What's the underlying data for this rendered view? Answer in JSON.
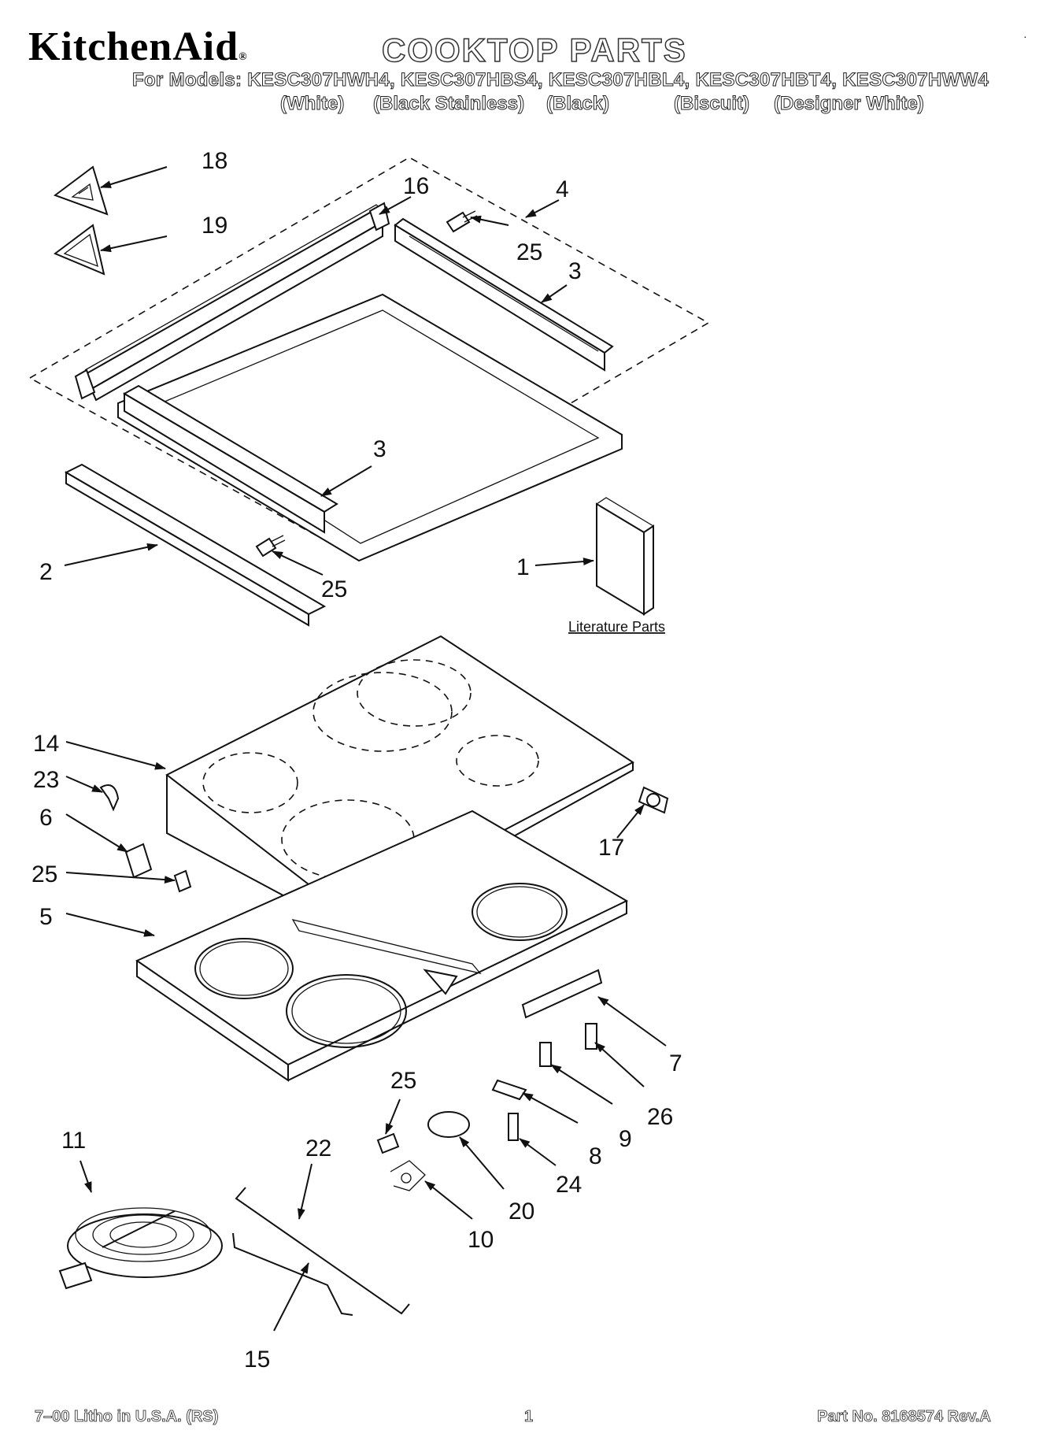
{
  "header": {
    "brand": "KitchenAid",
    "brand_mark": "®",
    "title": "COOKTOP PARTS",
    "models_line": "For Models: KESC307HWH4, KESC307HBS4, KESC307HBL4, KESC307HBT4, KESC307HWW4",
    "variants": [
      "(White)",
      "(Black Stainless)",
      "(Black)",
      "(Biscuit)",
      "(Designer White)"
    ]
  },
  "callouts": {
    "c18": "18",
    "c16": "16",
    "c4": "4",
    "c19": "19",
    "c25a": "25",
    "c3a": "3",
    "c3b": "3",
    "c2": "2",
    "c25b": "25",
    "c1": "1",
    "c14": "14",
    "c23": "23",
    "c6": "6",
    "c25c": "25",
    "c5": "5",
    "c17": "17",
    "c7": "7",
    "c26": "26",
    "c9": "9",
    "c8": "8",
    "c24": "24",
    "c25d": "25",
    "c20": "20",
    "c10": "10",
    "c11": "11",
    "c22": "22",
    "c15": "15"
  },
  "literature_label": "Literature Parts",
  "footer": {
    "left": "7–00 Litho in U.S.A. (RS)",
    "center": "1",
    "right": "Part No. 8168574 Rev.A"
  }
}
